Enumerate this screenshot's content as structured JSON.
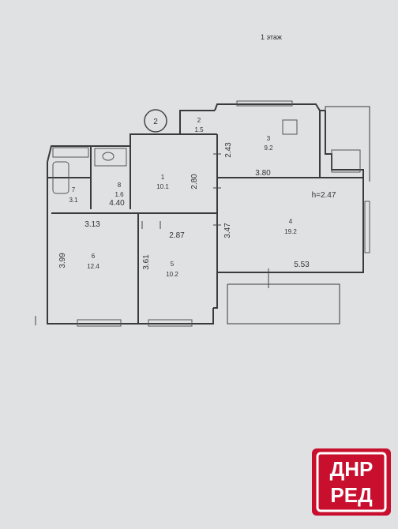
{
  "floor_label": "1 этаж",
  "circle_label": "2",
  "height_label": "h=2.47",
  "rooms": [
    {
      "id": "1",
      "area": "10.1"
    },
    {
      "id": "2",
      "area": "1.5"
    },
    {
      "id": "3",
      "area": "9.2"
    },
    {
      "id": "4",
      "area": "19.2"
    },
    {
      "id": "5",
      "area": "10.2"
    },
    {
      "id": "6",
      "area": "12.4"
    },
    {
      "id": "7",
      "area": "3.1"
    },
    {
      "id": "8",
      "area": "1.6"
    }
  ],
  "dimensions": {
    "d243": "2.43",
    "d380": "3.80",
    "d280": "2.80",
    "d440": "4.40",
    "d313": "3.13",
    "d287": "2.87",
    "d399": "3.99",
    "d361": "3.61",
    "d347": "3.47",
    "d553": "5.53"
  },
  "logo": {
    "line1": "ДНР",
    "line2": "РЕД",
    "color": "#c8102e"
  }
}
